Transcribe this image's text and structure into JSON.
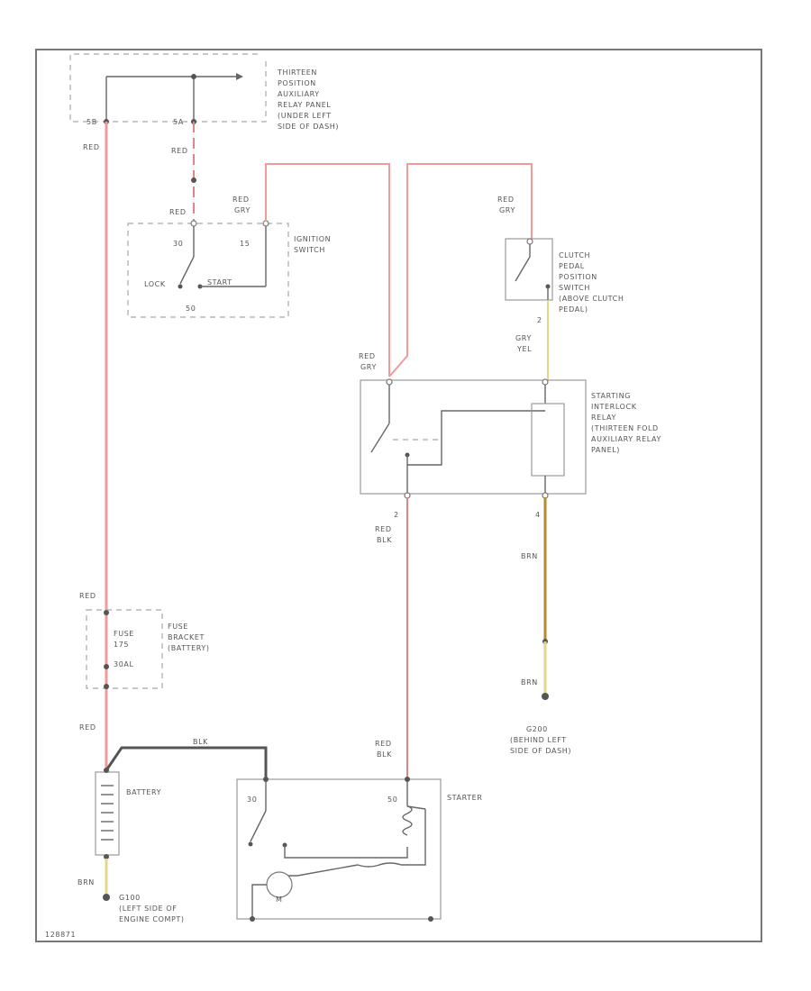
{
  "colors": {
    "red_wire": "#f29a9a",
    "pink_wire": "#e08585",
    "yellow_wire": "#e6d488",
    "brown_wire": "#b88a2e",
    "black_wire": "#555555",
    "frame": "#777777"
  },
  "labels": {
    "relay_panel": [
      "THIRTEEN",
      "POSITION",
      "AUXILIARY",
      "RELAY PANEL",
      "(UNDER LEFT",
      "SIDE OF DASH)"
    ],
    "ignition_switch": [
      "IGNITION",
      "SWITCH"
    ],
    "clutch_switch": [
      "CLUTCH",
      "PEDAL",
      "POSITION",
      "SWITCH",
      "(ABOVE CLUTCH",
      "PEDAL)"
    ],
    "interlock_relay": [
      "STARTING",
      "INTERLOCK",
      "RELAY",
      "(THIRTEEN FOLD",
      "AUXILIARY RELAY",
      "PANEL)"
    ],
    "fuse_bracket": [
      "FUSE",
      "BRACKET",
      "(BATTERY)"
    ],
    "fuse_inner": [
      "FUSE",
      "175",
      "30AL"
    ],
    "battery": "BATTERY",
    "starter": "STARTER",
    "g200": [
      "G200",
      "(BEHIND LEFT",
      "SIDE OF DASH)"
    ],
    "g100": [
      "G100",
      "(LEFT SIDE OF",
      "ENGINE COMPT)"
    ]
  },
  "switch_positions": {
    "ign_30": "30",
    "ign_15": "15",
    "ign_50": "50",
    "lock": "LOCK",
    "start": "START"
  },
  "terminals": {
    "panel_left": "5B",
    "panel_right": "5A",
    "relay_2": "2",
    "relay_4": "4",
    "clutch_2": "2",
    "starter_30": "30",
    "starter_50": "50",
    "starter_m": "M"
  },
  "wire_colors": {
    "red": "RED",
    "red_gry": [
      "RED",
      "GRY"
    ],
    "gry_yel": [
      "GRY",
      "YEL"
    ],
    "red_blk": [
      "RED",
      "BLK"
    ],
    "brn": "BRN",
    "blk": "BLK"
  },
  "figure_id": "128871"
}
